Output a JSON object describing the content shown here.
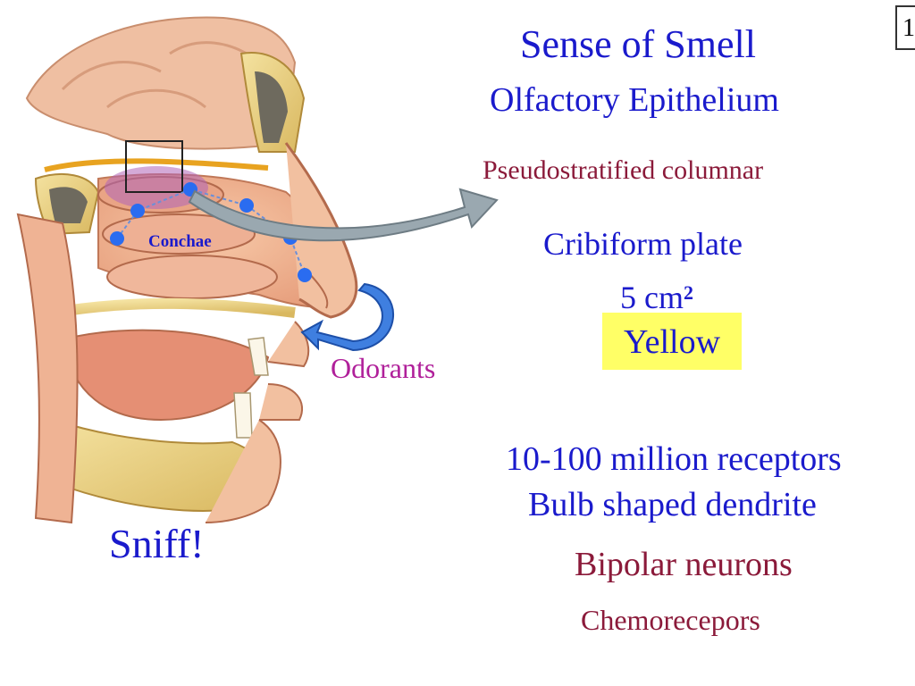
{
  "title": "Sense of Smell",
  "subtitle": "Olfactory Epithelium",
  "epithelium_type": "Pseudostratified columnar",
  "cribiform_label": "Cribiform plate",
  "area_value": "5 cm",
  "area_exponent": "2",
  "color_label": "Yellow",
  "receptor_count": "10-100 million receptors",
  "dendrite_label": "Bulb shaped dendrite",
  "neuron_type": "Bipolar neurons",
  "chemoreceptor_label": "Chemorecepors",
  "sniff_label": "Sniff!",
  "odorants_label": "Odorants",
  "conchae_label": "Conchae",
  "slide_number": "1",
  "colors": {
    "heading_blue": "#1a1acc",
    "maroon": "#8b1a3a",
    "odorant_magenta": "#b0209a",
    "highlight_yellow": "#ffff66",
    "airflow_dot": "#2a6cf0",
    "arrow_gray": "#9aa8b0"
  }
}
